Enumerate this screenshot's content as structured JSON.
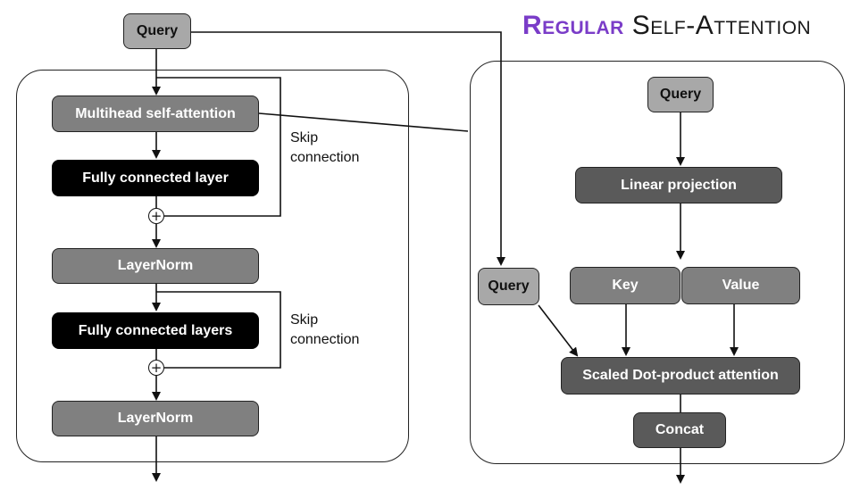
{
  "title": {
    "accent": "Regular",
    "rest": "Self-Attention"
  },
  "left": {
    "query": "Query",
    "mhsa": "Multihead self-attention",
    "fc1": "Fully connected layer",
    "layernorm1": "LayerNorm",
    "fc2": "Fully connected layers",
    "layernorm2": "LayerNorm",
    "skip1": [
      "Skip",
      "connection"
    ],
    "skip2": [
      "Skip",
      "connection"
    ],
    "plus_symbol": "+"
  },
  "right": {
    "query_top": "Query",
    "linear": "Linear projection",
    "key": "Key",
    "value": "Value",
    "query_side": "Query",
    "sdpa": "Scaled Dot-product attention",
    "concat": "Concat"
  }
}
